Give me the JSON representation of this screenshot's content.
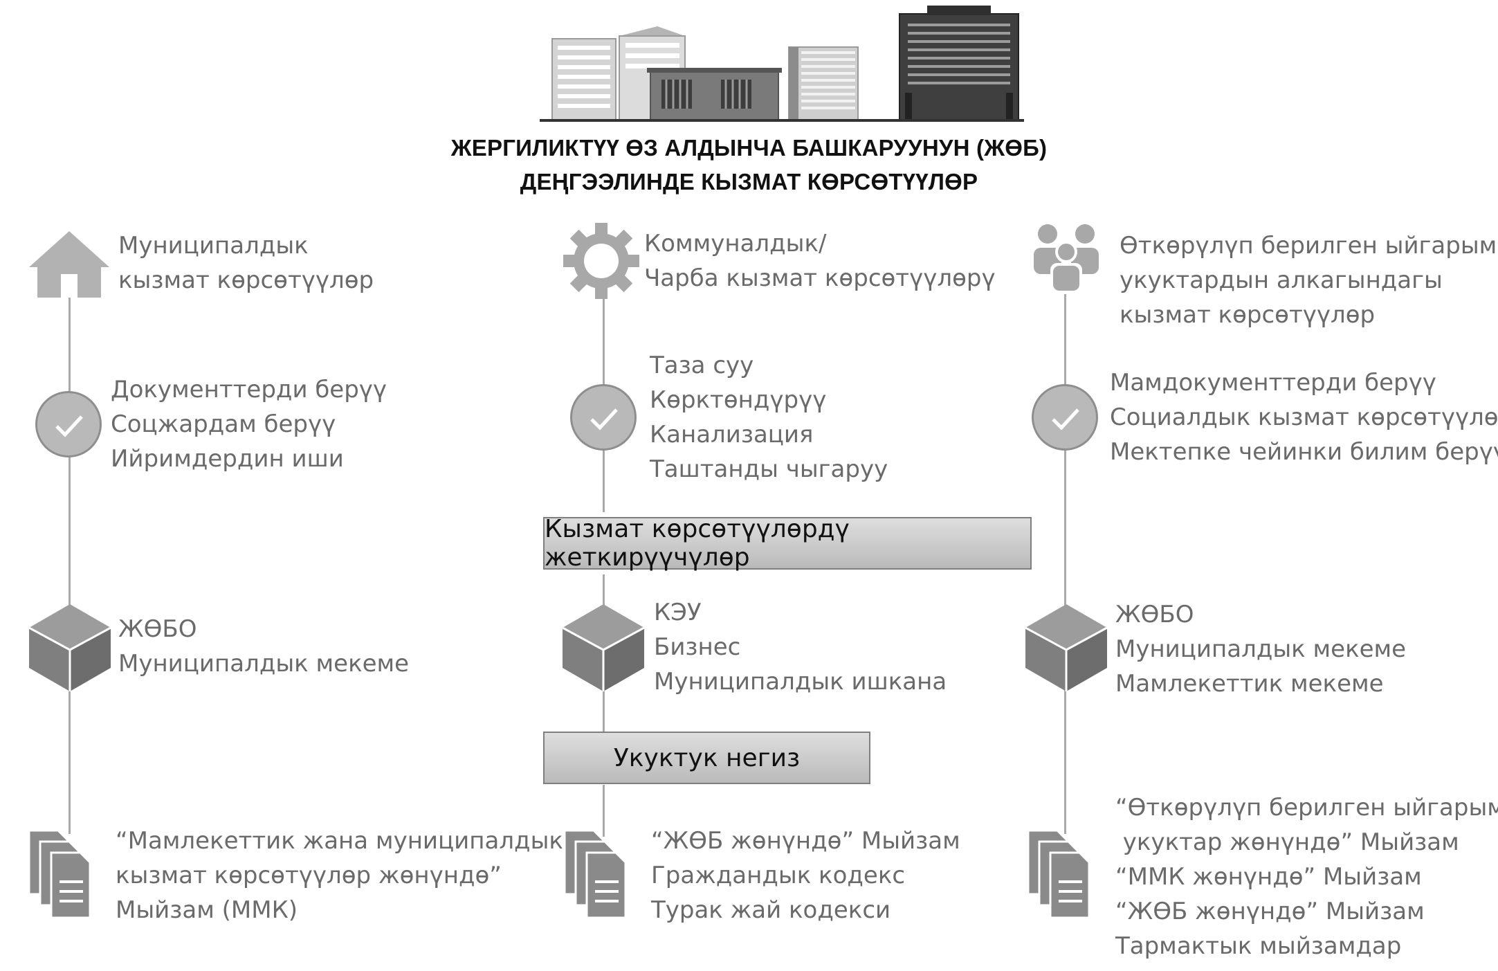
{
  "title": {
    "line1": "ЖЕРГИЛИКТҮҮ ӨЗ АЛДЫНЧА БАШКАРУУНУН (ЖӨБ)",
    "line2": "ДЕҢГЭЭЛИНДЕ КЫЗМАТ КӨРСӨТҮҮЛӨР"
  },
  "columns": {
    "left": {
      "header": [
        "Муниципалдык",
        "кызмат көрсөтүүлөр"
      ],
      "services": [
        "Документтерди берүү",
        "Соцжардам берүү",
        "Ийримдердин иши"
      ],
      "providers": [
        "ЖӨБО",
        "Муниципалдык мекеме"
      ],
      "laws": [
        "“Мамлекеттик жана муниципалдык",
        "кызмат көрсөтүүлөр жөнүндө”",
        "Мыйзам (ММК)"
      ]
    },
    "middle": {
      "header": [
        "Коммуналдык/",
        "Чарба кызмат көрсөтүүлөрү"
      ],
      "services": [
        "Таза суу",
        "Көрктөндүрүү",
        "Канализация",
        "Таштанды чыгаруу"
      ],
      "providers": [
        "КЭУ",
        "Бизнес",
        "Муниципалдык ишкана"
      ],
      "laws": [
        "“ЖӨБ жөнүндө” Мыйзам",
        "Граждандык кодекс",
        "Турак жай кодекси"
      ]
    },
    "right": {
      "header": [
        "Өткөрүлүп берилген ыйгарым",
        "укуктардын алкагындагы",
        "кызмат көрсөтүүлөр"
      ],
      "services": [
        "Мамдокументтерди берүү",
        "Социалдык кызмат көрсөтүүлөр",
        "Мектепке чейинки билим берүү"
      ],
      "providers": [
        "ЖӨБО",
        "Муниципалдык мекеме",
        "Мамлекеттик мекеме"
      ],
      "laws": [
        "“Өткөрүлүп берилген ыйгарым",
        " укуктар жөнүндө” Мыйзам",
        "“ММК жөнүндө” Мыйзам",
        "“ЖӨБ жөнүндө” Мыйзам",
        "Тармактык мыйзамдар"
      ]
    }
  },
  "banners": {
    "providers": "Кызмат көрсөтүүлөрдү жеткирүүчүлөр",
    "legal": "Укуктук негиз"
  },
  "icons": {
    "buildings": "buildings-icon",
    "house": "house-icon",
    "gear": "gear-icon",
    "people": "people-icon",
    "check": "check-icon",
    "cube": "cube-icon",
    "documents": "documents-icon"
  },
  "colors": {
    "text": "#6a6a6a",
    "title": "#111111",
    "icon": "#8a8a8a",
    "line": "#a9a9a9",
    "banner_border": "#7f7f7f"
  }
}
